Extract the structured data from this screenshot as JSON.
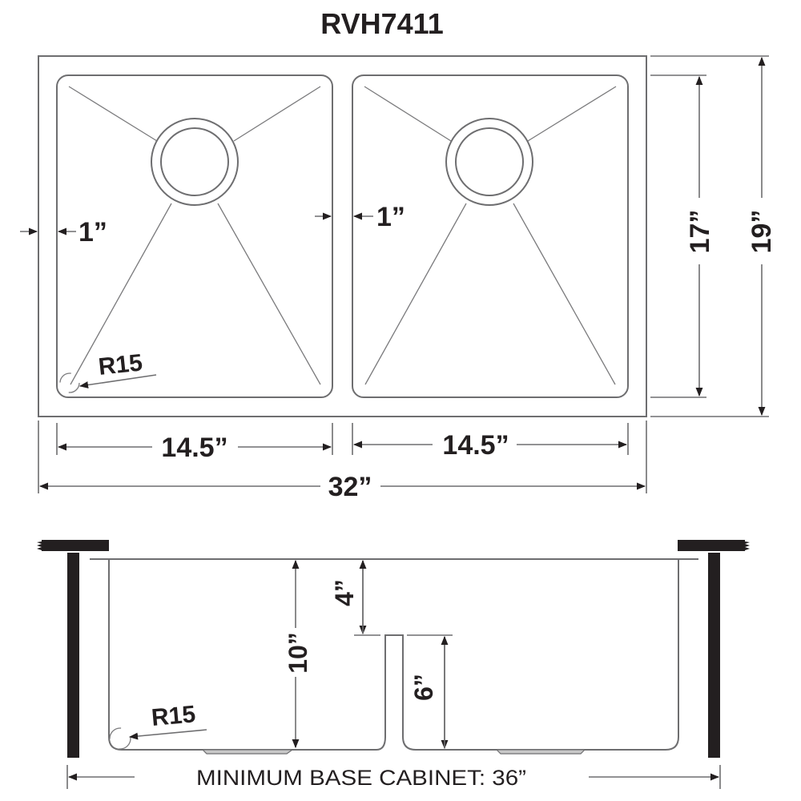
{
  "title": "RVH7411",
  "top_view": {
    "divider_1_left": "1”",
    "divider_1_mid": "1”",
    "radius_label": "R15",
    "bowl_left_width": "14.5”",
    "bowl_right_width": "14.5”",
    "overall_width": "32”",
    "bowl_depth": "17”",
    "overall_depth": "19”"
  },
  "side_view": {
    "bowl_depth": "10”",
    "divider_drop": "4”",
    "divider_height": "6”",
    "radius_label": "R15",
    "min_cabinet": "MINIMUM BASE CABINET: 36”"
  },
  "colors": {
    "line": "#6e6e70",
    "ink": "#231f20",
    "background": "#ffffff"
  }
}
